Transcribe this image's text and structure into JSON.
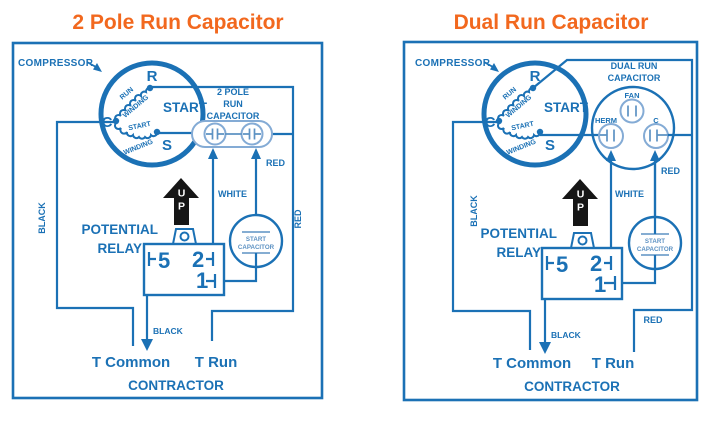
{
  "colors": {
    "diagram_blue": "#1b71b5",
    "capacitor_light_blue": "#84abd5",
    "symbol_mid_blue": "#5d92c3",
    "title_orange": "#f2681e",
    "arrow_black": "#161616",
    "background": "#ffffff"
  },
  "diagrams": [
    {
      "title": "2 Pole Run Capacitor",
      "compressor": {
        "label": "COMPRESSOR",
        "terminal_c": "C",
        "terminal_r": "R",
        "terminal_s": "S",
        "start": "START",
        "run_winding_line1": "RUN",
        "run_winding_line2": "WINDING",
        "start_winding_line1": "START",
        "start_winding_line2": "WINDING"
      },
      "run_capacitor": {
        "label_line1": "2 POLE",
        "label_line2": "RUN",
        "label_line3": "CAPACITOR"
      },
      "wire_labels": {
        "white": "WHITE",
        "red_capacitor": "RED",
        "red_side": "RED",
        "black_side": "BLACK",
        "black_relay": "BLACK"
      },
      "up_arrow": {
        "letter1": "U",
        "letter2": "P"
      },
      "potential_relay": {
        "label_line1": "POTENTIAL",
        "label_line2": "RELAY",
        "terminal_5": "5",
        "terminal_2": "2",
        "terminal_1": "1"
      },
      "start_capacitor": {
        "label_line1": "START",
        "label_line2": "CAPACITOR"
      },
      "contactor": {
        "t_common": "T Common",
        "t_run": "T Run",
        "label": "CONTRACTOR"
      }
    },
    {
      "title": "Dual Run Capacitor",
      "compressor": {
        "label": "COMPRESSOR",
        "terminal_c": "C",
        "terminal_r": "R",
        "terminal_s": "S",
        "start": "START",
        "run_winding_line1": "RUN",
        "run_winding_line2": "WINDING",
        "start_winding_line1": "START",
        "start_winding_line2": "WINDING"
      },
      "run_capacitor": {
        "label_line1": "DUAL RUN",
        "label_line2": "CAPACITOR",
        "terminal_fan": "FAN",
        "terminal_herm": "HERM",
        "terminal_c": "C"
      },
      "wire_labels": {
        "white": "WHITE",
        "red_capacitor": "RED",
        "red_bottom": "RED",
        "black_side": "BLACK",
        "black_relay": "BLACK"
      },
      "up_arrow": {
        "letter1": "U",
        "letter2": "P"
      },
      "potential_relay": {
        "label_line1": "POTENTIAL",
        "label_line2": "RELAY",
        "terminal_5": "5",
        "terminal_2": "2",
        "terminal_1": "1"
      },
      "start_capacitor": {
        "label_line1": "START",
        "label_line2": "CAPACITOR"
      },
      "contactor": {
        "t_common": "T Common",
        "t_run": "T Run",
        "label": "CONTRACTOR"
      }
    }
  ]
}
